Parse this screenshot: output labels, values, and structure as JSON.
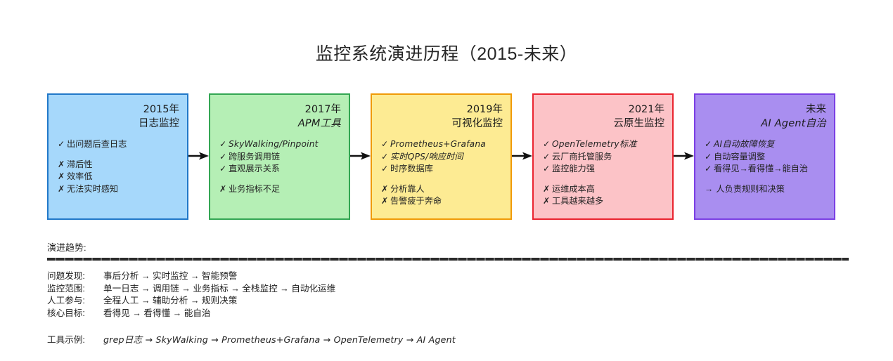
{
  "title": "监控系统演进历程（2015-未来）",
  "stages": [
    {
      "name": "stage-2015",
      "year": "2015年",
      "subtitle": "日志监控",
      "fill": "#a6d8fb",
      "border": "#2178c8",
      "pros": [
        "出问题后查日志"
      ],
      "cons": [
        "滞后性",
        "效率低",
        "无法实时感知"
      ],
      "notes": []
    },
    {
      "name": "stage-2017",
      "year": "2017年",
      "subtitle": "APM工具",
      "fill": "#b5efb5",
      "border": "#33a653",
      "pros": [
        "SkyWalking/Pinpoint",
        "跨服务调用链",
        "直观展示关系"
      ],
      "cons": [
        "业务指标不足"
      ],
      "notes": []
    },
    {
      "name": "stage-2019",
      "year": "2019年",
      "subtitle": "可视化监控",
      "fill": "#fdeb93",
      "border": "#f09a08",
      "pros": [
        "Prometheus+Grafana",
        "实时QPS/响应时间",
        "时序数据库"
      ],
      "cons": [
        "分析靠人",
        "告警疲于奔命"
      ],
      "notes": []
    },
    {
      "name": "stage-2021",
      "year": "2021年",
      "subtitle": "云原生监控",
      "fill": "#fcc3c7",
      "border": "#ea2430",
      "pros": [
        "OpenTelemetry标准",
        "云厂商托管服务",
        "监控能力强"
      ],
      "cons": [
        "运维成本高",
        "工具越来越多"
      ],
      "notes": []
    },
    {
      "name": "stage-future",
      "year": "未来",
      "subtitle": "AI Agent自治",
      "fill": "#a98ef0",
      "border": "#7b3fe4",
      "pros": [
        "AI自动故障恢复",
        "自动容量调整",
        "看得见→看得懂→能自治"
      ],
      "cons": [],
      "notes": [
        "人负责规则和决策"
      ]
    }
  ],
  "markers": {
    "pro": "✓",
    "con": "✗",
    "note": "→"
  },
  "trends": {
    "label": "演进趋势:",
    "rows": [
      {
        "key": "问题发现:",
        "value": "事后分析 → 实时监控 → 智能预警"
      },
      {
        "key": "监控范围:",
        "value": "单一日志 → 调用链 → 业务指标 → 全栈监控 → 自动化运维"
      },
      {
        "key": "人工参与:",
        "value": "全程人工 → 辅助分析 → 规则决策"
      },
      {
        "key": "核心目标:",
        "value": "看得见 → 看得懂 → 能自治"
      }
    ],
    "tools": {
      "key": "工具示例:",
      "value": "grep日志 → SkyWalking → Prometheus+Grafana → OpenTelemetry → AI Agent"
    }
  },
  "arrow_color": "#111111"
}
